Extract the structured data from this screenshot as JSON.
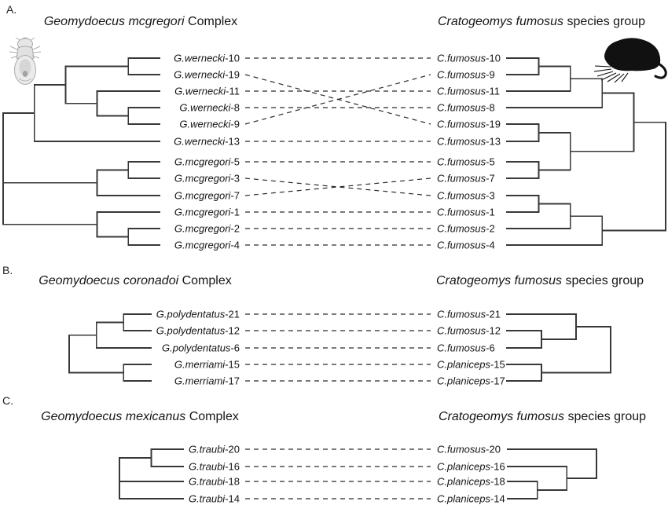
{
  "colors": {
    "tree_line": "#383838",
    "dash_line": "#2b2b2b",
    "text": "#141414",
    "gopher_silhouette": "#111111",
    "louse_gray": "#c9c9c9"
  },
  "icons": {
    "left": "louse-illustration",
    "right": "gopher-silhouette"
  },
  "panels": [
    {
      "label": "A.",
      "left_title_italic": "Geomydoecus mcgregori",
      "left_title_plain": " Complex",
      "right_title_italic": "Cratogeomys fumosus",
      "right_title_plain": " species group",
      "left_taxa": [
        {
          "species": "G.wernecki",
          "num": "10"
        },
        {
          "species": "G.wernecki",
          "num": "19"
        },
        {
          "species": "G.wernecki",
          "num": "11"
        },
        {
          "species": "G.wernecki",
          "num": "8"
        },
        {
          "species": "G.wernecki",
          "num": "9"
        },
        {
          "species": "G.wernecki",
          "num": "13"
        },
        {
          "species": "G.mcgregori",
          "num": "5"
        },
        {
          "species": "G.mcgregori",
          "num": "3"
        },
        {
          "species": "G.mcgregori",
          "num": "7"
        },
        {
          "species": "G.mcgregori",
          "num": "1"
        },
        {
          "species": "G.mcgregori",
          "num": "2"
        },
        {
          "species": "G.mcgregori",
          "num": "4"
        }
      ],
      "right_taxa": [
        {
          "species": "C.fumosus",
          "num": "10"
        },
        {
          "species": "C.fumosus",
          "num": "9"
        },
        {
          "species": "C.fumosus",
          "num": "11"
        },
        {
          "species": "C.fumosus",
          "num": "8"
        },
        {
          "species": "C.fumosus",
          "num": "19"
        },
        {
          "species": "C.fumosus",
          "num": "13"
        },
        {
          "species": "C.fumosus",
          "num": "5"
        },
        {
          "species": "C.fumosus",
          "num": "7"
        },
        {
          "species": "C.fumosus",
          "num": "3"
        },
        {
          "species": "C.fumosus",
          "num": "1"
        },
        {
          "species": "C.fumosus",
          "num": "2"
        },
        {
          "species": "C.fumosus",
          "num": "4"
        }
      ],
      "left_tree": [
        [
          [
            [
              0,
              1
            ],
            [
              2,
              [
                3,
                4
              ]
            ]
          ],
          5
        ],
        [
          [
            6,
            7
          ],
          8
        ],
        [
          9,
          [
            10,
            11
          ]
        ]
      ],
      "right_tree": [
        [
          [
            [
              [
                0,
                1
              ],
              2
            ],
            3
          ],
          [
            [
              4,
              5
            ],
            [
              6,
              7
            ]
          ]
        ],
        [
          [
            [
              8,
              9
            ],
            10
          ],
          11
        ]
      ],
      "links": [
        [
          0,
          0
        ],
        [
          1,
          4
        ],
        [
          2,
          2
        ],
        [
          3,
          3
        ],
        [
          4,
          1
        ],
        [
          5,
          5
        ],
        [
          6,
          6
        ],
        [
          7,
          8
        ],
        [
          8,
          7
        ],
        [
          9,
          9
        ],
        [
          10,
          10
        ],
        [
          11,
          11
        ]
      ]
    },
    {
      "label": "B.",
      "left_title_italic": "Geomydoecus coronadoi",
      "left_title_plain": " Complex",
      "right_title_italic": "Cratogeomys fumosus",
      "right_title_plain": " species group",
      "left_taxa": [
        {
          "species": "G.polydentatus",
          "num": "21"
        },
        {
          "species": "G.polydentatus",
          "num": "12"
        },
        {
          "species": "G.polydentatus",
          "num": "6"
        },
        {
          "species": "G.merriami",
          "num": "15"
        },
        {
          "species": "G.merriami",
          "num": "17"
        }
      ],
      "right_taxa": [
        {
          "species": "C.fumosus",
          "num": "21"
        },
        {
          "species": "C.fumosus",
          "num": "12"
        },
        {
          "species": "C.fumosus",
          "num": "6"
        },
        {
          "species": "C.planiceps",
          "num": "15"
        },
        {
          "species": "C.planiceps",
          "num": "17"
        }
      ],
      "left_tree": [
        [
          [
            0,
            1
          ],
          2
        ],
        [
          3,
          4
        ]
      ],
      "right_tree": [
        [
          0,
          [
            1,
            2
          ]
        ],
        [
          3,
          4
        ]
      ],
      "links": [
        [
          0,
          0
        ],
        [
          1,
          1
        ],
        [
          2,
          2
        ],
        [
          3,
          3
        ],
        [
          4,
          4
        ]
      ]
    },
    {
      "label": "C.",
      "left_title_italic": "Geomydoecus mexicanus",
      "left_title_plain": " Complex",
      "right_title_italic": "Cratogeomys fumosus",
      "right_title_plain": " species group",
      "left_taxa": [
        {
          "species": "G.traubi",
          "num": "20"
        },
        {
          "species": "G.traubi",
          "num": "16"
        },
        {
          "species": "G.traubi",
          "num": "18"
        },
        {
          "species": "G.traubi",
          "num": "14"
        }
      ],
      "right_taxa": [
        {
          "species": "C.fumosus",
          "num": "20"
        },
        {
          "species": "C.planiceps",
          "num": "16"
        },
        {
          "species": "C.planiceps",
          "num": "18"
        },
        {
          "species": "C.planiceps",
          "num": "14"
        }
      ],
      "left_tree": [
        [
          0,
          1
        ],
        2,
        3
      ],
      "right_tree": [
        0,
        [
          1,
          [
            2,
            3
          ]
        ]
      ],
      "links": [
        [
          0,
          0
        ],
        [
          1,
          1
        ],
        [
          2,
          2
        ],
        [
          3,
          3
        ]
      ]
    }
  ]
}
